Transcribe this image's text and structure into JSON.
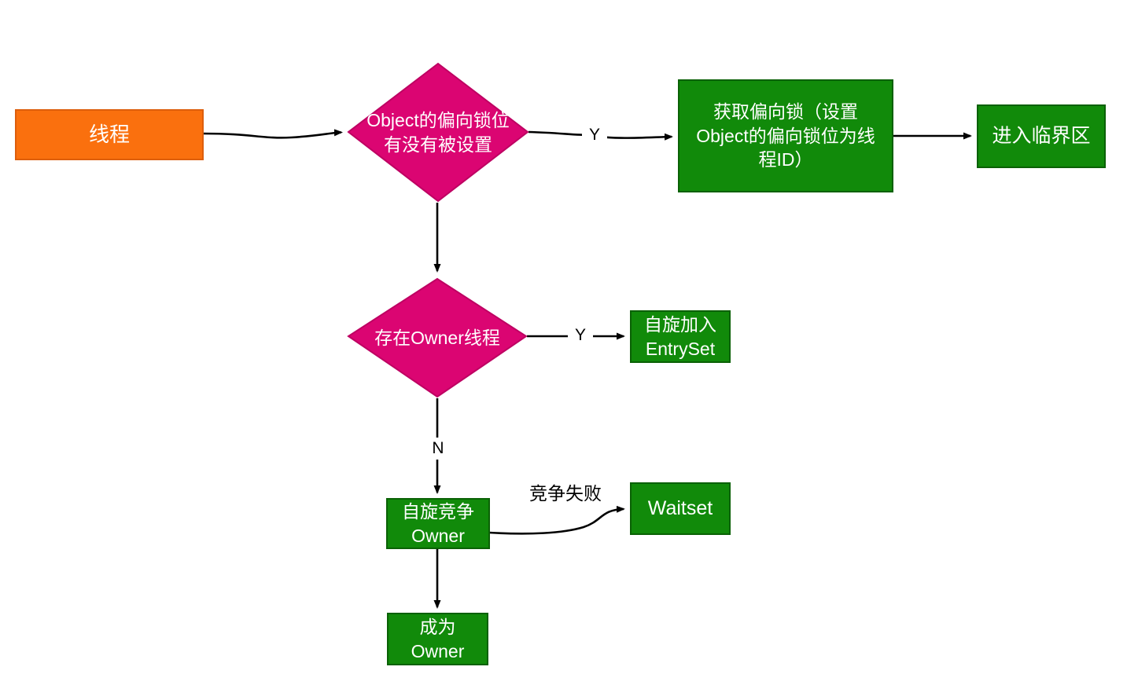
{
  "diagram": {
    "topic": "Java synchronized biased-lock / monitor flow",
    "nodes": {
      "thread": {
        "label": "线程",
        "shape": "rect",
        "fill": "#FA700E"
      },
      "decision_biased_bit": {
        "label": "Object的偏向锁位\n有没有被设置",
        "shape": "diamond",
        "fill": "#DB0572"
      },
      "acquire_biased_lock": {
        "label": "获取偏向锁（设置\nObject的偏向锁位为线\n程ID）",
        "shape": "rect",
        "fill": "#118A0A"
      },
      "enter_critical_section": {
        "label": "进入临界区",
        "shape": "rect",
        "fill": "#118A0A"
      },
      "decision_owner_exists": {
        "label": "存在Owner线程",
        "shape": "diamond",
        "fill": "#DB0572"
      },
      "spin_join_entryset": {
        "label": "自旋加入\nEntrySet",
        "shape": "rect",
        "fill": "#118A0A"
      },
      "spin_compete_owner": {
        "label": "自旋竞争\nOwner",
        "shape": "rect",
        "fill": "#118A0A"
      },
      "waitset": {
        "label": "Waitset",
        "shape": "rect",
        "fill": "#118A0A"
      },
      "become_owner": {
        "label": "成为\nOwner",
        "shape": "rect",
        "fill": "#118A0A"
      }
    },
    "edge_labels": {
      "biased_yes": "Y",
      "owner_yes": "Y",
      "owner_no": "N",
      "compete_fail": "竞争失败"
    },
    "colors": {
      "process_orange_fill": "#FA700E",
      "process_orange_border": "#DD5E0C",
      "decision_magenta_fill": "#DB0572",
      "decision_magenta_border": "#BE0062",
      "action_green_fill": "#118A0A",
      "action_green_border": "#0A6105",
      "arrow": "#000000",
      "node_text": "#FFFFFF",
      "edge_text": "#000000",
      "background": "#FFFFFF"
    }
  }
}
